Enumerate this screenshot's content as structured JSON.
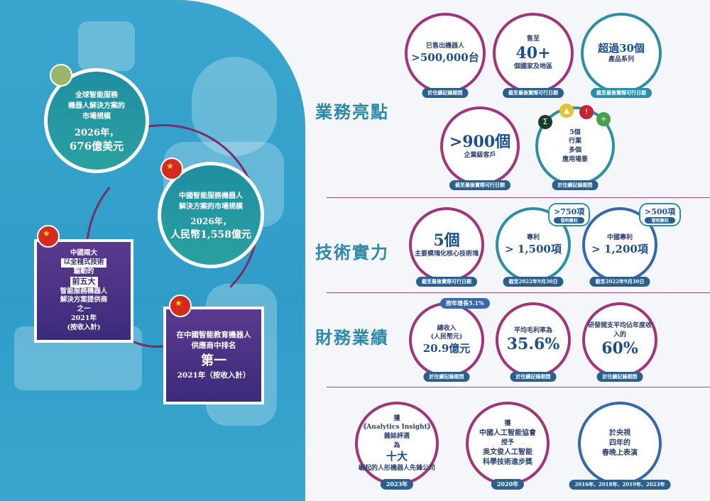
{
  "left": {
    "bubble1": {
      "line1": "全球智能服務",
      "line2": "機器人解決方案的",
      "line3": "市場規模",
      "year": "2026年，",
      "value": "676億美元"
    },
    "bubble2": {
      "line1": "中國智能服務機器人",
      "line2": "解決方案的市場規模",
      "year": "2026年，",
      "value": "人民幣1,558億元"
    },
    "box1": {
      "line1": "中國兩大",
      "line2": "以全棧式技術",
      "line3": "驅動的",
      "line4": "前五大",
      "line5": "智能服務機器人",
      "line6": "解決方案提供商",
      "line7": "之一",
      "line8": "2021年",
      "line9": "(按收入計)"
    },
    "box2": {
      "line1": "在中國智能教育機器人",
      "line2": "供應商中排名",
      "line3": "第一",
      "line4": "2021年（按收入計）"
    }
  },
  "sections": {
    "business": "業務亮點",
    "tech": "技術實力",
    "finance": "財務業績"
  },
  "business": {
    "c1": {
      "top": "已售出機器人",
      "value": ">500,000台",
      "pill": "於往績記錄期間"
    },
    "c2": {
      "top": "售至",
      "value": "40+",
      "bottom": "個國家及地區",
      "pill": "截至最後實際可行日期"
    },
    "c3": {
      "value": "超過30個",
      "bottom": "產品系列",
      "pill": "截至最後實際可行日期"
    },
    "c4": {
      "value": ">900個",
      "bottom": "企業級客戶",
      "pill": "截至最後實際可行日期"
    },
    "c5": {
      "l1": "5個",
      "l2": "行業",
      "l3": "多個",
      "l4": "應用場景",
      "pill": "於往績記錄期間"
    }
  },
  "tech": {
    "c1": {
      "value": "5個",
      "bottom": "主要模塊化核心技術塊",
      "pill": "截至最後實際可行日期"
    },
    "c2": {
      "top": "專利",
      "value": "> 1,500項",
      "pill": "截至2022年9月30日",
      "badge": ">750項",
      "badge_sub": "發明專利"
    },
    "c3": {
      "top": "中國專利",
      "value": "> 1,200項",
      "pill": "截至2022年9月30日",
      "badge": ">500項",
      "badge_sub": "發明專利"
    }
  },
  "finance": {
    "tag": "按年增長5.1%",
    "c1": {
      "l1": "總收入",
      "l2": "(人民幣元)",
      "value": "20.9億元",
      "pill": "於往績記錄期間"
    },
    "c2": {
      "top": "平均毛利率為",
      "value": "35.6%",
      "pill": "於往績記錄期間"
    },
    "c3": {
      "top": "研發開支平均佔年度收入的",
      "value": "60%",
      "pill": "於往績記錄期間"
    }
  },
  "awards": {
    "a1": {
      "l1": "獲",
      "l2": "《Analytics Insight》雜誌評選",
      "l3": "為",
      "l4": "十大",
      "l5": "崛起的人形機器人先鋒公司",
      "pill": "2023年"
    },
    "a2": {
      "l1": "獲",
      "l2": "中國人工智能協會",
      "l3": "授予",
      "l4": "吳文俊人工智能",
      "l5": "科學技術進步獎",
      "pill": "2020年"
    },
    "a3": {
      "l1": "於央視",
      "l2": "四年的",
      "l3": "春晚上表演",
      "pill": "2016年、2018年、2019年、2023年"
    }
  },
  "icons": [
    "globe-icon",
    "china-flag-icon",
    "sigma-icon",
    "hat-icon",
    "shield-icon",
    "plus-icon"
  ],
  "colors": {
    "ring_magenta": "#a1357d",
    "ring_teal": "#2b8fa8",
    "panel_blue": "#3aa6cf",
    "title_teal": "#2c8aa8"
  }
}
